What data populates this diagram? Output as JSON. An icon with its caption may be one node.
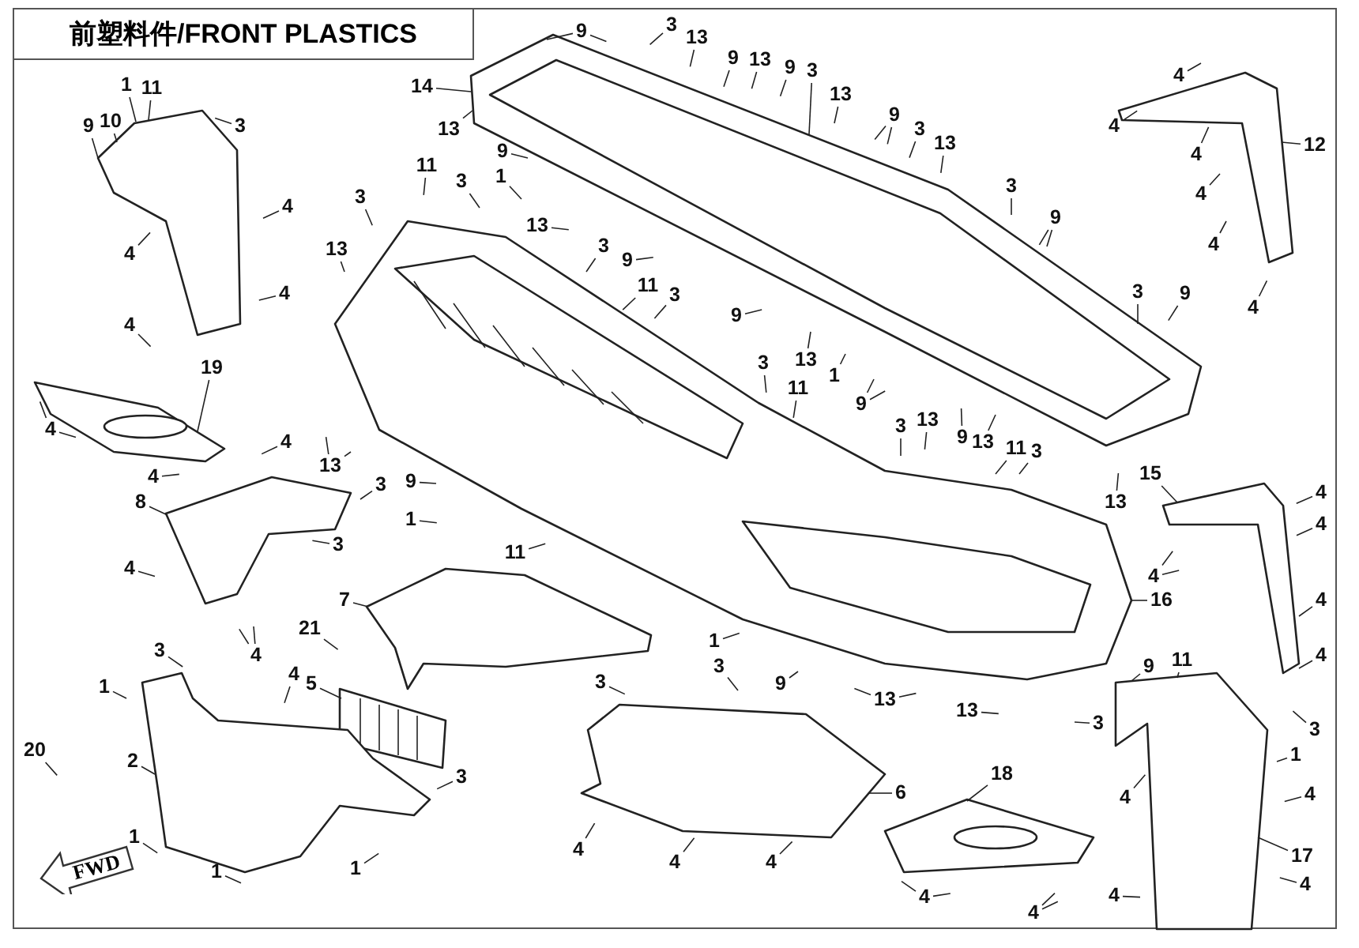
{
  "diagram": {
    "title": "前塑料件/FRONT PLASTICS",
    "nodes": [
      {
        "text": [
          "9"
        ]
      },
      {
        "text": [
          "10"
        ]
      },
      {
        "text": [
          "1"
        ]
      },
      {
        "text": [
          "11"
        ]
      },
      {
        "text": [
          "3"
        ]
      },
      {
        "text": [
          "4"
        ]
      },
      {
        "text": [
          "4"
        ]
      },
      {
        "text": [
          "4"
        ]
      },
      {
        "text": [
          "4"
        ]
      },
      {
        "text": [
          "14"
        ]
      },
      {
        "text": [
          "9"
        ]
      },
      {
        "text": [
          "3"
        ]
      },
      {
        "text": [
          "13"
        ]
      },
      {
        "text": [
          "9"
        ]
      },
      {
        "text": [
          "13"
        ]
      },
      {
        "text": [
          "9"
        ]
      },
      {
        "text": [
          "3"
        ]
      },
      {
        "text": [
          "13"
        ]
      },
      {
        "text": [
          "9"
        ]
      },
      {
        "text": [
          "3"
        ]
      },
      {
        "text": [
          "13"
        ]
      },
      {
        "text": [
          "12"
        ]
      },
      {
        "text": [
          "4"
        ]
      },
      {
        "text": [
          "4"
        ]
      },
      {
        "text": [
          "4"
        ]
      },
      {
        "text": [
          "4"
        ]
      },
      {
        "text": [
          "4"
        ]
      },
      {
        "text": [
          "4"
        ]
      },
      {
        "text": [
          "13"
        ]
      },
      {
        "text": [
          "9"
        ]
      },
      {
        "text": [
          "11"
        ]
      },
      {
        "text": [
          "1"
        ]
      },
      {
        "text": [
          "3"
        ]
      },
      {
        "text": [
          "3"
        ]
      },
      {
        "text": [
          "13"
        ]
      },
      {
        "text": [
          "13"
        ]
      },
      {
        "text": [
          "3"
        ]
      },
      {
        "text": [
          "9"
        ]
      },
      {
        "text": [
          "11"
        ]
      },
      {
        "text": [
          "3"
        ]
      },
      {
        "text": [
          "3"
        ]
      },
      {
        "text": [
          "9"
        ]
      },
      {
        "text": [
          "3"
        ]
      },
      {
        "text": [
          "9"
        ]
      },
      {
        "text": [
          "9"
        ]
      },
      {
        "text": [
          "19"
        ]
      },
      {
        "text": [
          "4"
        ]
      },
      {
        "text": [
          "3"
        ]
      },
      {
        "text": [
          "13"
        ]
      },
      {
        "text": [
          "11"
        ]
      },
      {
        "text": [
          "1"
        ]
      },
      {
        "text": [
          "9"
        ]
      },
      {
        "text": [
          "3"
        ]
      },
      {
        "text": [
          "13"
        ]
      },
      {
        "text": [
          "9"
        ]
      },
      {
        "text": [
          "13"
        ]
      },
      {
        "text": [
          "11"
        ]
      },
      {
        "text": [
          "3"
        ]
      },
      {
        "text": [
          "4"
        ]
      },
      {
        "text": [
          "13"
        ]
      },
      {
        "text": [
          "4"
        ]
      },
      {
        "text": [
          "3"
        ]
      },
      {
        "text": [
          "9"
        ]
      },
      {
        "text": [
          "13"
        ]
      },
      {
        "text": [
          "15"
        ]
      },
      {
        "text": [
          "4"
        ]
      },
      {
        "text": [
          "8"
        ]
      },
      {
        "text": [
          "1"
        ]
      },
      {
        "text": [
          "4"
        ]
      },
      {
        "text": [
          "3"
        ]
      },
      {
        "text": [
          "11"
        ]
      },
      {
        "text": [
          "4"
        ]
      },
      {
        "text": [
          "4"
        ]
      },
      {
        "text": [
          "7"
        ]
      },
      {
        "text": [
          "16"
        ]
      },
      {
        "text": [
          "4"
        ]
      },
      {
        "text": [
          "21"
        ]
      },
      {
        "text": [
          "1"
        ]
      },
      {
        "text": [
          "3"
        ]
      },
      {
        "text": [
          "4"
        ]
      },
      {
        "text": [
          "4"
        ]
      },
      {
        "text": [
          "9"
        ]
      },
      {
        "text": [
          "11"
        ]
      },
      {
        "text": [
          "3"
        ]
      },
      {
        "text": [
          "4"
        ]
      },
      {
        "text": [
          "9"
        ]
      },
      {
        "text": [
          "3"
        ]
      },
      {
        "text": [
          "5"
        ]
      },
      {
        "text": [
          "1"
        ]
      },
      {
        "text": [
          "13"
        ]
      },
      {
        "text": [
          "13"
        ]
      },
      {
        "text": [
          "3"
        ]
      },
      {
        "text": [
          "3"
        ]
      },
      {
        "text": [
          "20"
        ]
      },
      {
        "text": [
          "1"
        ]
      },
      {
        "text": [
          "2"
        ]
      },
      {
        "text": [
          "3"
        ]
      },
      {
        "text": [
          "18"
        ]
      },
      {
        "text": [
          "6"
        ]
      },
      {
        "text": [
          "4"
        ]
      },
      {
        "text": [
          "4"
        ]
      },
      {
        "text": [
          "4"
        ]
      },
      {
        "text": [
          "4"
        ]
      },
      {
        "text": [
          "4"
        ]
      },
      {
        "text": [
          "1"
        ]
      },
      {
        "text": [
          "17"
        ]
      },
      {
        "text": [
          "FWD"
        ]
      },
      {
        "text": [
          "1"
        ]
      },
      {
        "text": [
          "1"
        ]
      },
      {
        "text": [
          "4"
        ]
      },
      {
        "text": [
          "4"
        ]
      },
      {
        "text": [
          "4"
        ]
      },
      {
        "text": [
          "4"
        ]
      },
      {
        "text": [],
        "shape": "picture"
      },
      {
        "text": [],
        "shape": "picture"
      },
      {
        "text": [],
        "shape": "picture"
      },
      {
        "text": [],
        "shape": "picture"
      },
      {
        "text": [],
        "shape": "picture"
      },
      {
        "text": [],
        "shape": "picture"
      },
      {
        "text": [],
        "shape": "picture"
      },
      {
        "text": [],
        "shape": "picture"
      },
      {
        "text": [],
        "shape": "picture"
      },
      {
        "text": [],
        "shape": "picture"
      },
      {
        "text": [],
        "shape": "picture"
      },
      {
        "text": [],
        "shape": "picture"
      },
      {
        "text": [],
        "shape": "picture"
      }
    ],
    "edges": [
      {
        "from": 0,
        "to": 113,
        "arrow": "none"
      },
      {
        "from": 1,
        "to": 113,
        "arrow": "none"
      },
      {
        "from": 2,
        "to": 113,
        "arrow": "none"
      },
      {
        "from": 3,
        "to": 113,
        "arrow": "none"
      },
      {
        "from": 4,
        "to": null,
        "arrow": "none"
      },
      {
        "from": 5,
        "to": null,
        "arrow": "none"
      },
      {
        "from": 6,
        "to": null,
        "arrow": "none"
      },
      {
        "from": 7,
        "to": null,
        "arrow": "none"
      },
      {
        "from": 8,
        "to": null,
        "arrow": "none"
      },
      {
        "from": 9,
        "to": 114,
        "arrow": "none"
      },
      {
        "from": 10,
        "to": 114,
        "arrow": "none"
      },
      {
        "from": 10,
        "to": null,
        "arrow": "none"
      },
      {
        "from": 11,
        "to": null,
        "arrow": "none"
      },
      {
        "from": 12,
        "to": null,
        "arrow": "none"
      },
      {
        "from": 13,
        "to": null,
        "arrow": "none"
      },
      {
        "from": 14,
        "to": null,
        "arrow": "none"
      },
      {
        "from": 15,
        "to": null,
        "arrow": "none"
      },
      {
        "from": 16,
        "to": 114,
        "arrow": "none"
      },
      {
        "from": 17,
        "to": null,
        "arrow": "none"
      },
      {
        "from": 18,
        "to": null,
        "arrow": "none"
      },
      {
        "from": 18,
        "to": null,
        "arrow": "none"
      },
      {
        "from": 19,
        "to": null,
        "arrow": "none"
      },
      {
        "from": 20,
        "to": null,
        "arrow": "none"
      },
      {
        "from": 21,
        "to": 122,
        "arrow": "none"
      },
      {
        "from": 22,
        "to": null,
        "arrow": "none"
      },
      {
        "from": 23,
        "to": null,
        "arrow": "none"
      },
      {
        "from": 24,
        "to": null,
        "arrow": "none"
      },
      {
        "from": 25,
        "to": null,
        "arrow": "none"
      },
      {
        "from": 26,
        "to": null,
        "arrow": "none"
      },
      {
        "from": 27,
        "to": null,
        "arrow": "none"
      },
      {
        "from": 28,
        "to": 114,
        "arrow": "none"
      },
      {
        "from": 29,
        "to": null,
        "arrow": "none"
      },
      {
        "from": 30,
        "to": null,
        "arrow": "none"
      },
      {
        "from": 31,
        "to": null,
        "arrow": "none"
      },
      {
        "from": 32,
        "to": null,
        "arrow": "none"
      },
      {
        "from": 33,
        "to": null,
        "arrow": "none"
      },
      {
        "from": 34,
        "to": null,
        "arrow": "none"
      },
      {
        "from": 35,
        "to": null,
        "arrow": "none"
      },
      {
        "from": 36,
        "to": null,
        "arrow": "none"
      },
      {
        "from": 37,
        "to": null,
        "arrow": "none"
      },
      {
        "from": 38,
        "to": null,
        "arrow": "none"
      },
      {
        "from": 39,
        "to": null,
        "arrow": "none"
      },
      {
        "from": 40,
        "to": null,
        "arrow": "none"
      },
      {
        "from": 41,
        "to": null,
        "arrow": "none"
      },
      {
        "from": 41,
        "to": null,
        "arrow": "none"
      },
      {
        "from": 42,
        "to": 114,
        "arrow": "none"
      },
      {
        "from": 43,
        "to": null,
        "arrow": "none"
      },
      {
        "from": 44,
        "to": null,
        "arrow": "none"
      },
      {
        "from": 45,
        "to": 116,
        "arrow": "none"
      },
      {
        "from": 46,
        "to": null,
        "arrow": "none"
      },
      {
        "from": 46,
        "to": null,
        "arrow": "none"
      },
      {
        "from": 47,
        "to": null,
        "arrow": "none"
      },
      {
        "from": 48,
        "to": null,
        "arrow": "none"
      },
      {
        "from": 49,
        "to": null,
        "arrow": "none"
      },
      {
        "from": 50,
        "to": null,
        "arrow": "none"
      },
      {
        "from": 51,
        "to": null,
        "arrow": "none"
      },
      {
        "from": 51,
        "to": null,
        "arrow": "none"
      },
      {
        "from": 52,
        "to": null,
        "arrow": "none"
      },
      {
        "from": 53,
        "to": null,
        "arrow": "none"
      },
      {
        "from": 54,
        "to": null,
        "arrow": "none"
      },
      {
        "from": 55,
        "to": null,
        "arrow": "none"
      },
      {
        "from": 56,
        "to": null,
        "arrow": "none"
      },
      {
        "from": 57,
        "to": null,
        "arrow": "none"
      },
      {
        "from": 58,
        "to": null,
        "arrow": "none"
      },
      {
        "from": 59,
        "to": null,
        "arrow": "none"
      },
      {
        "from": 59,
        "to": null,
        "arrow": "none"
      },
      {
        "from": 60,
        "to": null,
        "arrow": "none"
      },
      {
        "from": 61,
        "to": null,
        "arrow": "none"
      },
      {
        "from": 62,
        "to": null,
        "arrow": "none"
      },
      {
        "from": 63,
        "to": null,
        "arrow": "none"
      },
      {
        "from": 64,
        "to": 123,
        "arrow": "none"
      },
      {
        "from": 65,
        "to": null,
        "arrow": "none"
      },
      {
        "from": 66,
        "to": 117,
        "arrow": "none"
      },
      {
        "from": 67,
        "to": null,
        "arrow": "none"
      },
      {
        "from": 68,
        "to": null,
        "arrow": "none"
      },
      {
        "from": 69,
        "to": null,
        "arrow": "none"
      },
      {
        "from": 70,
        "to": null,
        "arrow": "none"
      },
      {
        "from": 71,
        "to": null,
        "arrow": "none"
      },
      {
        "from": 72,
        "to": null,
        "arrow": "none"
      },
      {
        "from": 72,
        "to": null,
        "arrow": "none"
      },
      {
        "from": 73,
        "to": 118,
        "arrow": "none"
      },
      {
        "from": 74,
        "to": 115,
        "arrow": "none"
      },
      {
        "from": 75,
        "to": null,
        "arrow": "none"
      },
      {
        "from": 76,
        "to": null,
        "arrow": "none"
      },
      {
        "from": 77,
        "to": null,
        "arrow": "none"
      },
      {
        "from": 78,
        "to": null,
        "arrow": "none"
      },
      {
        "from": 79,
        "to": null,
        "arrow": "none"
      },
      {
        "from": 79,
        "to": null,
        "arrow": "none"
      },
      {
        "from": 80,
        "to": null,
        "arrow": "none"
      },
      {
        "from": 81,
        "to": 124,
        "arrow": "none"
      },
      {
        "from": 82,
        "to": 124,
        "arrow": "none"
      },
      {
        "from": 83,
        "to": null,
        "arrow": "none"
      },
      {
        "from": 84,
        "to": null,
        "arrow": "none"
      },
      {
        "from": 85,
        "to": null,
        "arrow": "none"
      },
      {
        "from": 86,
        "to": null,
        "arrow": "none"
      },
      {
        "from": 87,
        "to": 119,
        "arrow": "none"
      },
      {
        "from": 88,
        "to": null,
        "arrow": "none"
      },
      {
        "from": 89,
        "to": null,
        "arrow": "none"
      },
      {
        "from": 89,
        "to": null,
        "arrow": "none"
      },
      {
        "from": 90,
        "to": null,
        "arrow": "none"
      },
      {
        "from": 91,
        "to": null,
        "arrow": "none"
      },
      {
        "from": 92,
        "to": null,
        "arrow": "none"
      },
      {
        "from": 93,
        "to": null,
        "arrow": "none"
      },
      {
        "from": 94,
        "to": null,
        "arrow": "none"
      },
      {
        "from": 95,
        "to": 120,
        "arrow": "none"
      },
      {
        "from": 96,
        "to": null,
        "arrow": "none"
      },
      {
        "from": 97,
        "to": 125,
        "arrow": "none"
      },
      {
        "from": 98,
        "to": 121,
        "arrow": "none"
      },
      {
        "from": 99,
        "to": null,
        "arrow": "none"
      },
      {
        "from": 100,
        "to": null,
        "arrow": "none"
      },
      {
        "from": 101,
        "to": null,
        "arrow": "none"
      },
      {
        "from": 102,
        "to": null,
        "arrow": "none"
      },
      {
        "from": 103,
        "to": null,
        "arrow": "none"
      },
      {
        "from": 104,
        "to": null,
        "arrow": "none"
      },
      {
        "from": 105,
        "to": 124,
        "arrow": "none"
      },
      {
        "from": 107,
        "to": null,
        "arrow": "none"
      },
      {
        "from": 108,
        "to": null,
        "arrow": "none"
      },
      {
        "from": 109,
        "to": null,
        "arrow": "none"
      },
      {
        "from": 110,
        "to": null,
        "arrow": "none"
      },
      {
        "from": 110,
        "to": null,
        "arrow": "none"
      },
      {
        "from": 111,
        "to": null,
        "arrow": "none"
      },
      {
        "from": 112,
        "to": null,
        "arrow": "none"
      },
      {
        "from": 112,
        "to": null,
        "arrow": "none"
      }
    ]
  }
}
